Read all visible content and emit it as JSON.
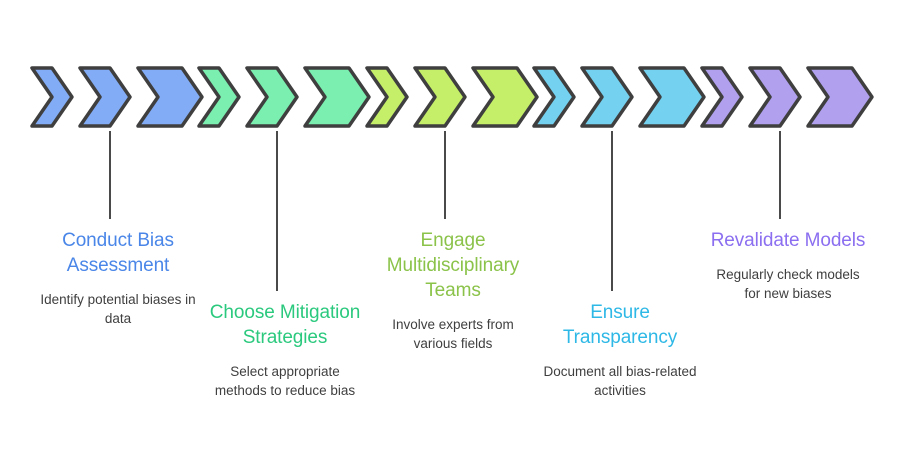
{
  "diagram": {
    "type": "process-flow-chevrons",
    "background": "#ffffff",
    "steps": [
      {
        "index": 1,
        "title": "Conduct Bias Assessment",
        "description": "Identify potential biases in data",
        "accent_color": "#4a86e8",
        "chevron_fill": "#82ACF5",
        "chevron_stroke": "#3f3f3f",
        "icon": "chevron-right-icon"
      },
      {
        "index": 2,
        "title": "Choose Mitigation Strategies",
        "description": "Select appropriate methods to reduce bias",
        "accent_color": "#2bc97e",
        "chevron_fill": "#7AEFAF",
        "chevron_stroke": "#3f3f3f",
        "icon": "chevron-right-icon"
      },
      {
        "index": 3,
        "title": "Engage Multidisciplinary Teams",
        "description": "Involve experts from various fields",
        "accent_color": "#8bc34a",
        "chevron_fill": "#C5EF69",
        "chevron_stroke": "#3f3f3f",
        "icon": "chevron-right-icon"
      },
      {
        "index": 4,
        "title": "Ensure Transparency",
        "description": "Document all bias-related activities",
        "accent_color": "#2eb8e6",
        "chevron_fill": "#74D2F0",
        "chevron_stroke": "#3f3f3f",
        "icon": "chevron-right-icon"
      },
      {
        "index": 5,
        "title": "Revalidate Models",
        "description": "Regularly check models for new biases",
        "accent_color": "#8b6ff0",
        "chevron_fill": "#B0A0EE",
        "chevron_stroke": "#3f3f3f",
        "icon": "chevron-right-icon"
      }
    ],
    "connector_color": "#4a4a4a",
    "description_color": "#3f3f3f"
  }
}
